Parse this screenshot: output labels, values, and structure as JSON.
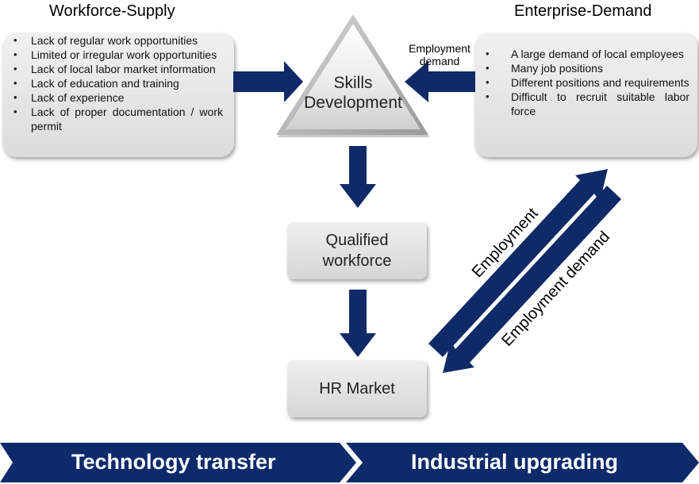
{
  "workforce": {
    "heading": "Workforce-Supply",
    "items": [
      "Lack of regular work opportunities",
      "Limited or irregular work opportunities",
      "Lack of local labor market information",
      "Lack of education and training",
      "Lack of experience",
      "Lack of proper documentation / work permit"
    ]
  },
  "enterprise": {
    "heading": "Enterprise-Demand",
    "items": [
      "A large demand of local employees",
      "Many job positions",
      "Different positions and requirements",
      "Difficult to recruit suitable labor force"
    ]
  },
  "center": {
    "skills_line1": "Skills",
    "skills_line2": "Development",
    "employment_demand_line1": "Employment",
    "employment_demand_line2": "demand",
    "qualified_line1": "Qualified",
    "qualified_line2": "workforce",
    "hr_market": "HR Market"
  },
  "diagonal": {
    "employment": "Employment",
    "employment_demand": "Employment demand"
  },
  "band": {
    "left": "Technology transfer",
    "right": "Industrial upgrading"
  },
  "colors": {
    "arrow": "#0f2a66",
    "band": "#0d2a6b",
    "panel": "#e6e6e6"
  }
}
